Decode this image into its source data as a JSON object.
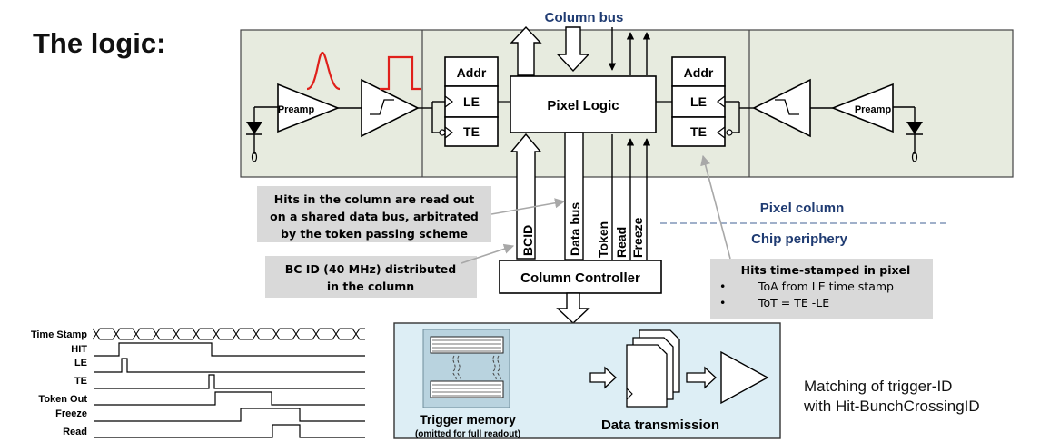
{
  "title": "The logic:",
  "column_bus": "Column bus",
  "blocks": {
    "addr": "Addr",
    "le": "LE",
    "te": "TE",
    "pixel_logic": "Pixel Logic",
    "preamp": "Preamp",
    "column_controller": "Column Controller"
  },
  "bus_lines": {
    "bcid": "BCID",
    "data_bus": "Data bus",
    "token": "Token",
    "read": "Read",
    "freeze": "Freeze"
  },
  "callouts": {
    "hits_read_out": [
      "Hits in the column are read out",
      "on a shared data bus, arbitrated",
      "by the token passing scheme"
    ],
    "bcid_distributed": [
      "BC ID (40 MHz) distributed",
      "in the column"
    ],
    "hits_time_stamped": {
      "heading": "Hits time-stamped in pixel",
      "bullets": [
        "ToA from LE time stamp",
        "ToT = TE -LE"
      ]
    }
  },
  "regions": {
    "pixel_column": "Pixel column",
    "chip_periphery": "Chip periphery"
  },
  "timing": {
    "signals": [
      "Time Stamp",
      "HIT",
      "LE",
      "TE",
      "Token Out",
      "Freeze",
      "Read"
    ]
  },
  "periphery": {
    "trigger_memory": "Trigger memory",
    "trigger_memory_note": "(omitted for full readout)",
    "data_transmission": "Data transmission"
  },
  "matching_note": [
    "Matching of trigger-ID",
    "with Hit-BunchCrossingID"
  ],
  "colors": {
    "pixel_fill": "#e7ebdf",
    "periphery_fill": "#ddeef5",
    "callout_fill": "#d9d9d9",
    "heading_blue": "#1f3b72",
    "pulse_red": "#e0201b",
    "dashed_line": "#8096b8"
  }
}
